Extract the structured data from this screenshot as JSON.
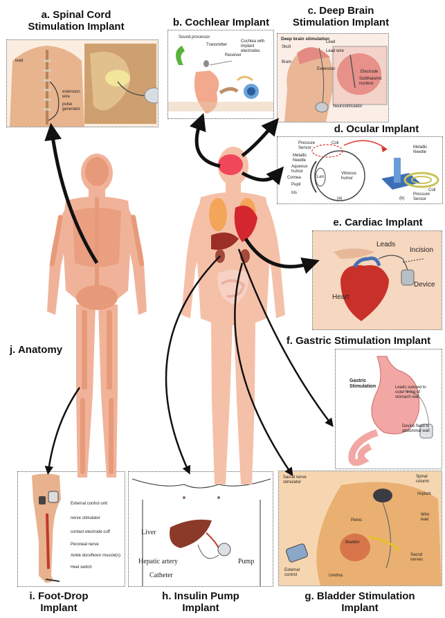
{
  "colors": {
    "body": "#f2b49a",
    "bone": "#e8a281",
    "arrow": "#111111",
    "brain": "#f0485a",
    "organ": "#c7473a"
  },
  "titles": {
    "a_line1": "a. Spinal Cord",
    "a_line2": "Stimulation Implant",
    "b": "b. Cochlear Implant",
    "c_line1": "c. Deep Brain",
    "c_line2": "Stimulation Implant",
    "d": "d. Ocular Implant",
    "e": "e. Cardiac Implant",
    "f": "f. Gastric Stimulation Implant",
    "g_line1": "g. Bladder Stimulation",
    "g_line2": "Implant",
    "h_line1": "h. Insulin Pump",
    "h_line2": "Implant",
    "i_line1": "i. Foot-Drop",
    "i_line2": "Implant",
    "j": "j. Anatomy"
  },
  "panel_a": {
    "lead": "lead",
    "extension_wire": "extension wire",
    "pulse_generator": "pulse generator"
  },
  "panel_b": {
    "sound_processor": "Sound processor",
    "transmitter": "Transmitter",
    "receiver": "Receiver",
    "cochlea": "Cochlea with implant electrodes"
  },
  "panel_c": {
    "heading": "Deep brain stimulation",
    "skull": "Skull",
    "lead": "Lead",
    "lead_wire": "Lead wire",
    "brain": "Brain",
    "extension": "Extension",
    "electrode": "Electrode",
    "subthalamic": "Subthalamic nucleus",
    "neurostimulator": "Neurostimulator"
  },
  "panel_d": {
    "pressure_sensor": "Pressure Sensor",
    "coil": "Coil",
    "metallic_needle": "Metallic Needle",
    "aqueous_humor": "Aqueous humor",
    "cornea": "Cornea",
    "pupil": "Pupil",
    "iris": "Iris",
    "lens": "Len",
    "vitreous_humor": "Vitreous humor",
    "fig_a": "(a)",
    "fig_b": "(b)",
    "metallic_needle_b": "Metallic Needle",
    "coil_b": "Coil",
    "pressure_sensor_b": "Pressure Sensor"
  },
  "panel_e": {
    "leads": "Leads",
    "incision": "Incision",
    "device": "Device",
    "heart": "Heart"
  },
  "panel_f": {
    "heading": "Gastric Stimulation",
    "leads_note": "Leads sutured to outer lining of stomach wall",
    "device_note": "Device fixed to abdominal wall"
  },
  "panel_g": {
    "sacral_stimulator": "Sacral nerve stimulator",
    "spinal_column": "Spinal column",
    "implant": "Implant",
    "pelvis": "Pelvis",
    "wire_lead": "Wire lead",
    "bladder": "Bladder",
    "sacral_nerves": "Sacral nerves",
    "urethra": "Urethra",
    "external_control": "External control"
  },
  "panel_h": {
    "liver": "Liver",
    "hepatic_artery": "Hepatic artery",
    "catheter": "Catheter",
    "pump": "Pump"
  },
  "panel_i": {
    "external_control_unit": "External control unit",
    "nerve_stimulator": "nerve stimulator",
    "contact_electrode_cuff": "contact electrode cuff",
    "peroneal_nerve": "Peroneal nerve",
    "ankle_dorsiflexor": "Ankle dorsiflexor muscle(s)",
    "heel_switch": "Heel switch"
  }
}
